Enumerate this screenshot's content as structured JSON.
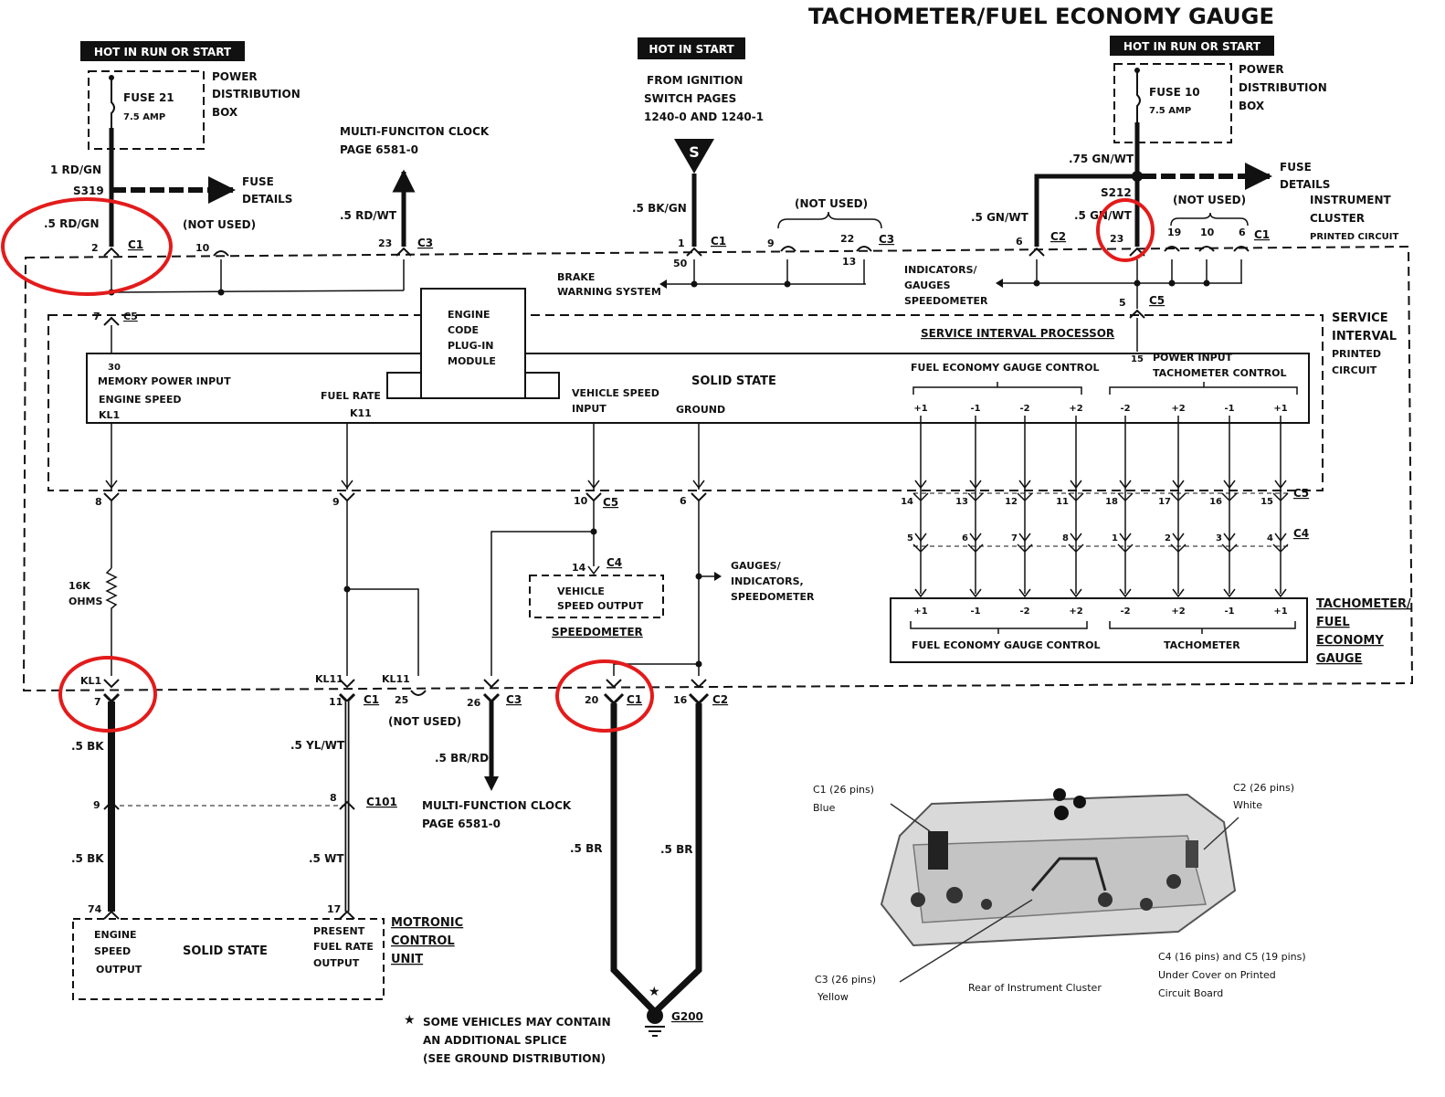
{
  "title": "TACHOMETER/FUEL ECONOMY GAUGE",
  "banners": {
    "left": "HOT IN RUN OR START",
    "center": "HOT IN START",
    "right": "HOT IN RUN OR START"
  },
  "pdb_left": {
    "label": "POWER DISTRIBUTION BOX",
    "fuse": "FUSE 21",
    "amp": "7.5 AMP"
  },
  "pdb_right": {
    "label": "POWER DISTRIBUTION BOX",
    "fuse": "FUSE 10",
    "amp": "7.5 AMP"
  },
  "ignition_text": [
    "FROM IGNITION",
    "SWITCH PAGES",
    "1240-0 AND 1240-1"
  ],
  "s_marker": "S",
  "splices": {
    "s319": "S319",
    "s212": "S212"
  },
  "fuse_details": "FUSE DETAILS",
  "not_used": "(NOT USED)",
  "clock_top": [
    "MULTI-FUNCITON CLOCK",
    "PAGE 6581-0"
  ],
  "clock_bottom": [
    "MULTI-FUNCTION CLOCK",
    "PAGE 6581-0"
  ],
  "brake": [
    "BRAKE",
    "WARNING SYSTEM"
  ],
  "indicators_top": [
    "INDICATORS/",
    "GAUGES",
    "SPEEDOMETER"
  ],
  "gauges_mid": [
    "GAUGES/",
    "INDICATORS,",
    "SPEEDOMETER"
  ],
  "instrument_cluster": [
    "INSTRUMENT",
    "CLUSTER",
    "PRINTED CIRCUIT"
  ],
  "service_interval": [
    "SERVICE",
    "INTERVAL",
    "PRINTED",
    "CIRCUIT"
  ],
  "sip_title": "SERVICE INTERVAL PROCESSOR",
  "ecpm": [
    "ENGINE",
    "CODE",
    "PLUG-IN",
    "MODULE"
  ],
  "solid_state": "SOLID STATE",
  "sip_labels": {
    "memory": "MEMORY POWER INPUT",
    "engine_speed": "ENGINE SPEED",
    "kl1": "KL1",
    "fuel_rate": "FUEL RATE",
    "k11": "K11",
    "vs_input": [
      "VEHICLE SPEED",
      "INPUT"
    ],
    "ground": "GROUND",
    "fegc": "FUEL ECONOMY GAUGE CONTROL",
    "power_input": "POWER INPUT",
    "tach_control": "TACHOMETER CONTROL",
    "pin30": "30",
    "pin15": "15"
  },
  "pm_labels": [
    "+1",
    "-1",
    "-2",
    "+2",
    "-2",
    "+2",
    "-1",
    "+1"
  ],
  "c5_pins": [
    "14",
    "13",
    "12",
    "11",
    "18",
    "17",
    "16",
    "15"
  ],
  "c4_pins": [
    "5",
    "6",
    "7",
    "8",
    "1",
    "2",
    "3",
    "4"
  ],
  "tach_box": {
    "fegc": "FUEL ECONOMY GAUGE CONTROL",
    "tach": "TACHOMETER"
  },
  "tach_label": [
    "TACHOMETER/",
    "FUEL",
    "ECONOMY",
    "GAUGE"
  ],
  "vso": [
    "VEHICLE",
    "SPEED OUTPUT"
  ],
  "speedometer": "SPEEDOMETER",
  "resistor": [
    "16K",
    "OHMS"
  ],
  "motronic": [
    "MOTRONIC",
    "CONTROL",
    "UNIT"
  ],
  "mcu": {
    "engine_speed": [
      "ENGINE",
      "SPEED",
      "OUTPUT"
    ],
    "solid_state": "SOLID STATE",
    "fuel_rate": [
      "PRESENT",
      "FUEL RATE",
      "OUTPUT"
    ]
  },
  "ground": "G200",
  "footnote": [
    "SOME VEHICLES MAY CONTAIN",
    "AN ADDITIONAL SPLICE",
    "(SEE GROUND DISTRIBUTION)"
  ],
  "wires": {
    "rdgn1": "1 RD/GN",
    "rdgn": ".5 RD/GN",
    "rdwt": ".5 RD/WT",
    "bkgn": ".5 BK/GN",
    "gnwt75": ".75 GN/WT",
    "gnwt_l": ".5 GN/WT",
    "gnwt_r": ".5 GN/WT",
    "bk1": ".5 BK",
    "bk2": ".5 BK",
    "ylwt": ".5 YL/WT",
    "wt": ".5 WT",
    "brrd": ".5 BR/RD",
    "br1": ".5 BR",
    "br2": ".5 BR"
  },
  "connectors": {
    "c1": "C1",
    "c2": "C2",
    "c3": "C3",
    "c4": "C4",
    "c5": "C5",
    "c101": "C101",
    "kl1": "KL1",
    "kl11": "KL11"
  },
  "pins": {
    "p2": "2",
    "p10": "10",
    "p23": "23",
    "p1": "1",
    "p50": "50",
    "p9": "9",
    "p22": "22",
    "p13": "13",
    "p6": "6",
    "p23r": "23",
    "p19": "19",
    "p10r": "10",
    "p6r": "6",
    "p5": "5",
    "p7": "7",
    "p8": "8",
    "p9b": "9",
    "p10b": "10",
    "p6b": "6",
    "p14": "14",
    "p7b": "7",
    "p11": "11",
    "p25": "25",
    "p26": "26",
    "p20": "20",
    "p16": "16",
    "p9c": "9",
    "p8c": "8",
    "p74": "74",
    "p17": "17"
  },
  "photo": {
    "c1": [
      "C1 (26 pins)",
      "Blue"
    ],
    "c2": [
      "C2 (26 pins)",
      "White"
    ],
    "c3": [
      "C3 (26 pins)",
      "Yellow"
    ],
    "c4c5": [
      "C4 (16 pins) and C5 (19 pins)",
      "Under Cover on Printed",
      "Circuit Board"
    ],
    "caption": "Rear of Instrument Cluster"
  }
}
